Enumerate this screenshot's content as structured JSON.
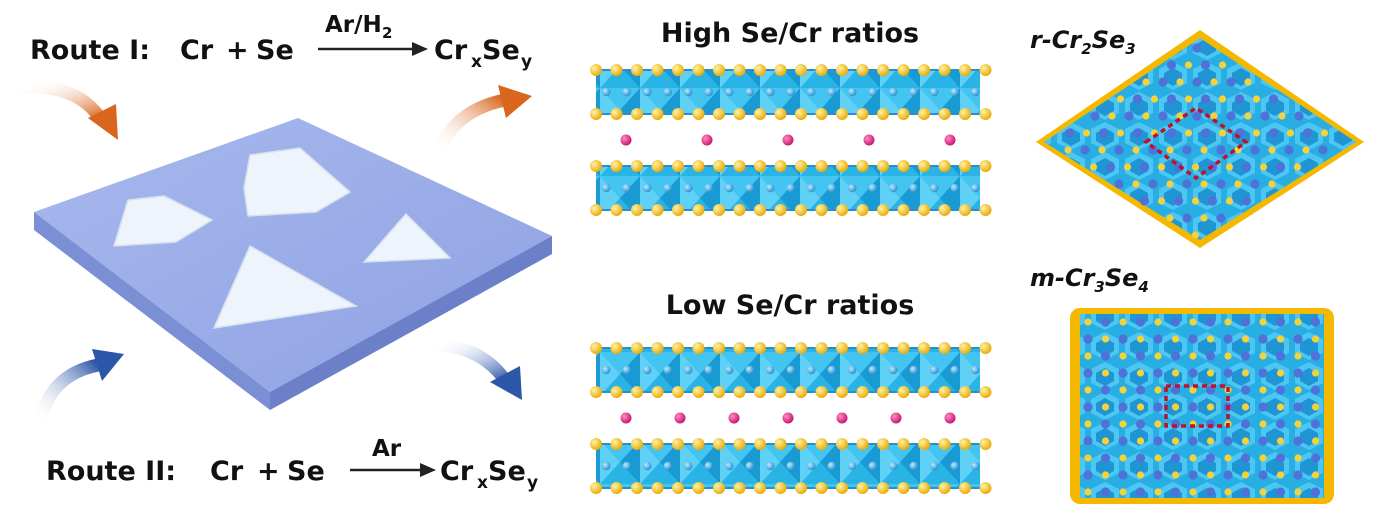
{
  "route_1": {
    "label": "Route I:",
    "reactant_a": "Cr",
    "plus": "+",
    "reactant_b": "Se",
    "condition": "Ar/H",
    "condition_sub": "2",
    "product_base": "Cr",
    "product_sub_x": "x",
    "product_mid": "Se",
    "product_sub_y": "y"
  },
  "route_2": {
    "label": "Route II:",
    "reactant_a": "Cr",
    "plus": "+",
    "reactant_b": "Se",
    "condition": "Ar",
    "product_base": "Cr",
    "product_sub_x": "x",
    "product_mid": "Se",
    "product_sub_y": "y"
  },
  "panels": {
    "high": {
      "title": "High Se/Cr ratios",
      "intercalant_count": 5
    },
    "low": {
      "title": "Low Se/Cr ratios",
      "intercalant_count": 7
    }
  },
  "phases": {
    "rhombohedral": {
      "prefix": "r-Cr",
      "sub1": "2",
      "mid": "Se",
      "sub2": "3"
    },
    "monoclinic": {
      "prefix": "m-Cr",
      "sub1": "3",
      "mid": "Se",
      "sub2": "4"
    }
  },
  "colors": {
    "substrate": "#9fb1ea",
    "flake": "#eef4fb",
    "octahedra": "#2fb8e8",
    "se_atom": "#f5b800",
    "intercalant": "#e0207a",
    "arrow_orange": "#d9651e",
    "arrow_blue": "#2c56a8",
    "unit_cell": "#c0102a"
  }
}
